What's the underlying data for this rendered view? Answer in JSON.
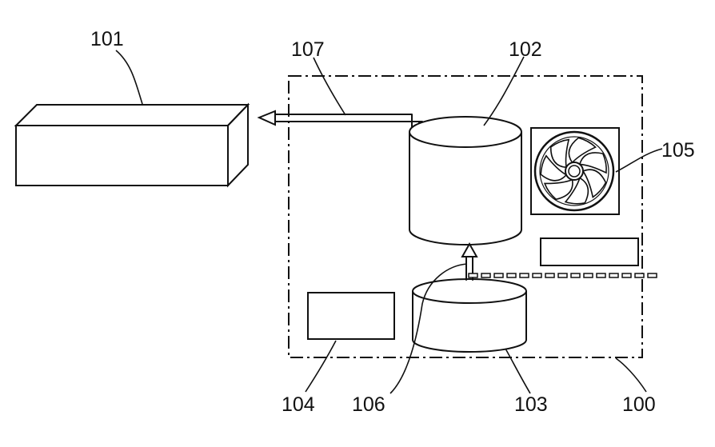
{
  "labels": {
    "system": "100",
    "external_device": "101",
    "upper_tank": "102",
    "lower_tank": "103",
    "control_unit": "104",
    "fan": "105",
    "connector_pipe": "106",
    "output_pipe": "107"
  },
  "icons": [
    "fan-icon",
    "arrow-left-icon",
    "arrow-up-icon"
  ]
}
